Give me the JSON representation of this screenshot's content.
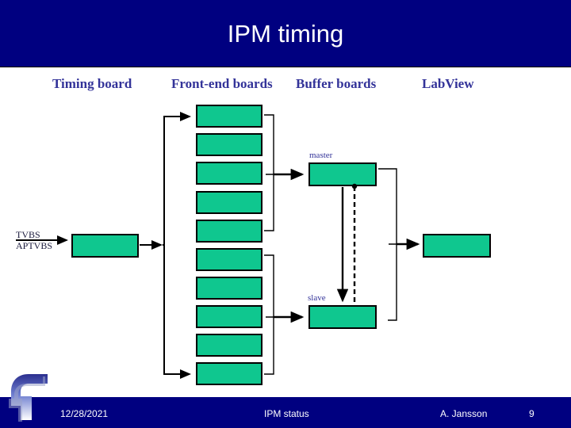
{
  "slide": {
    "title": "IPM timing",
    "title_bg": "#000080",
    "accent_green": "#0FC78F",
    "header_color": "#333399"
  },
  "columns": [
    {
      "id": "timing-board",
      "label": "Timing board"
    },
    {
      "id": "front-end",
      "label": "Front-end boards"
    },
    {
      "id": "buffer-boards",
      "label": "Buffer boards"
    },
    {
      "id": "labview",
      "label": "LabView"
    }
  ],
  "inputs": {
    "line1": "TVBS",
    "line2": "APTVBS"
  },
  "buffer_boards": {
    "master_label": "master",
    "slave_label": "slave"
  },
  "front_end_boards": {
    "count": 10,
    "tops": [
      132,
      168,
      204,
      241,
      277,
      313,
      349,
      385,
      421,
      457
    ]
  },
  "footer": {
    "date": "12/28/2021",
    "subject": "IPM status",
    "author": "A. Jansson",
    "page": "9",
    "logo": "fermilab-f-logo"
  }
}
